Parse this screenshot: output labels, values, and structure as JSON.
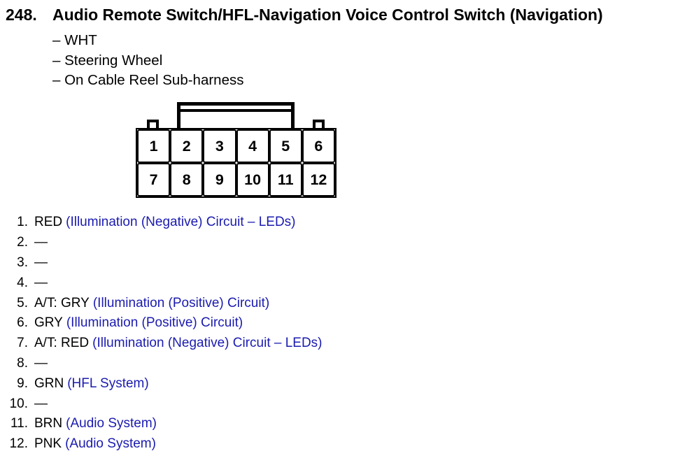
{
  "header": {
    "number": "248.",
    "title": "Audio Remote Switch/HFL-Navigation Voice Control Switch (Navigation)",
    "details": [
      "– WHT",
      "– Steering Wheel",
      "– On Cable Reel Sub-harness"
    ]
  },
  "connector": {
    "type": "12-pin connector, 2 rows of 6, latch tab on top",
    "pins": [
      "1",
      "2",
      "3",
      "4",
      "5",
      "6",
      "7",
      "8",
      "9",
      "10",
      "11",
      "12"
    ]
  },
  "pinout": [
    {
      "num": "1.",
      "wire": "RED",
      "circuit": "(Illumination (Negative) Circuit – LEDs)"
    },
    {
      "num": "2.",
      "wire": "—",
      "circuit": ""
    },
    {
      "num": "3.",
      "wire": "—",
      "circuit": ""
    },
    {
      "num": "4.",
      "wire": "—",
      "circuit": ""
    },
    {
      "num": "5.",
      "wire": "A/T: GRY",
      "circuit": "(Illumination (Positive) Circuit)"
    },
    {
      "num": "6.",
      "wire": "GRY",
      "circuit": "(Illumination (Positive) Circuit)"
    },
    {
      "num": "7.",
      "wire": "A/T: RED",
      "circuit": "(Illumination (Negative) Circuit – LEDs)"
    },
    {
      "num": "8.",
      "wire": "—",
      "circuit": ""
    },
    {
      "num": "9.",
      "wire": "GRN",
      "circuit": "(HFL System)"
    },
    {
      "num": "10.",
      "wire": "—",
      "circuit": ""
    },
    {
      "num": "11.",
      "wire": "BRN",
      "circuit": "(Audio System)"
    },
    {
      "num": "12.",
      "wire": "PNK",
      "circuit": "(Audio System)"
    }
  ],
  "colors": {
    "background": "#ffffff",
    "text": "#000000",
    "circuit_blue": "#1b1bb0"
  }
}
